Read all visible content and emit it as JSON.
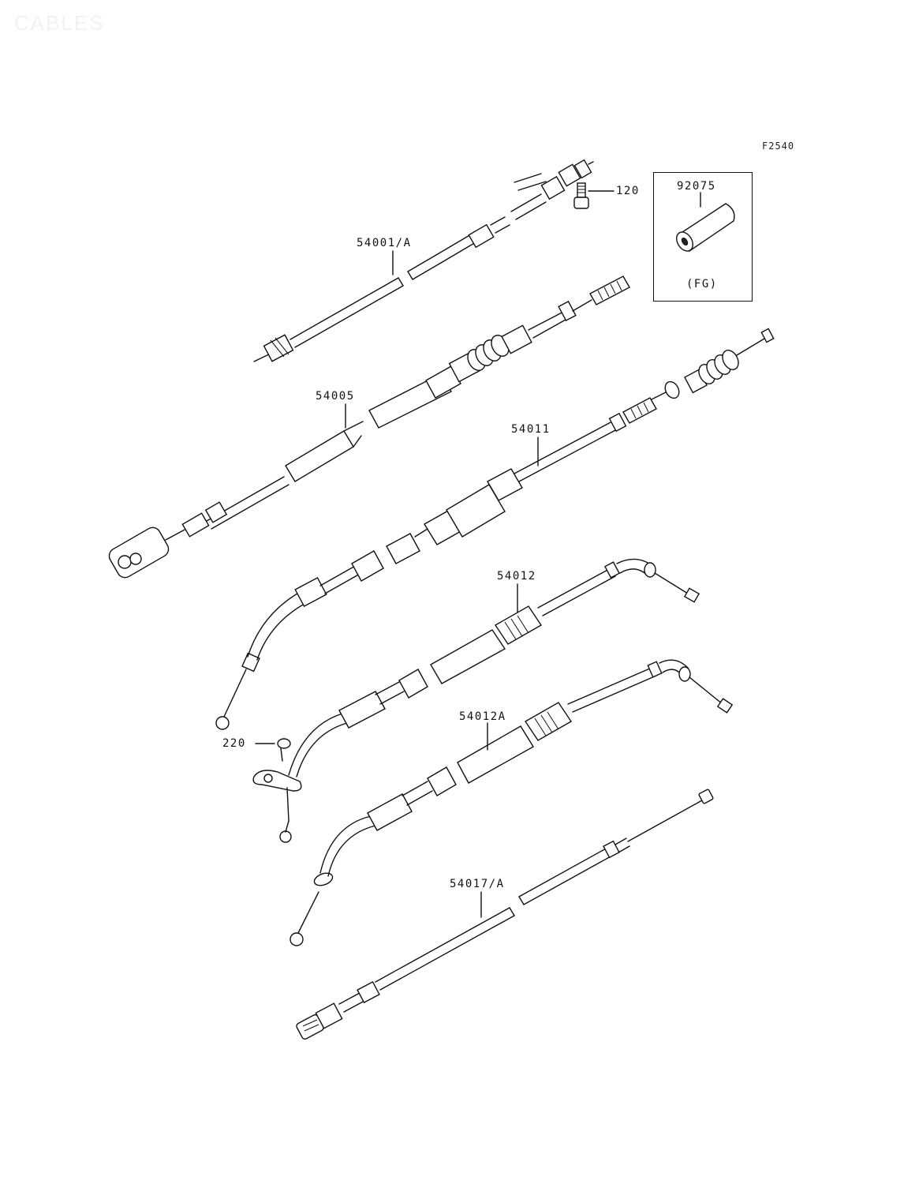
{
  "watermark": "CABLES",
  "figure_code": "F2540",
  "callouts": {
    "speedometer_cable": "54001/A",
    "bolt_120": "120",
    "sleeve_92075": "92075",
    "sleeve_note": "(FG)",
    "clutch_cable": "54005",
    "choke_cable": "54011",
    "throttle_cable_open": "54012",
    "throttle_cable_close": "54012A",
    "screw_220": "220",
    "tacho_cable": "54017/A"
  }
}
